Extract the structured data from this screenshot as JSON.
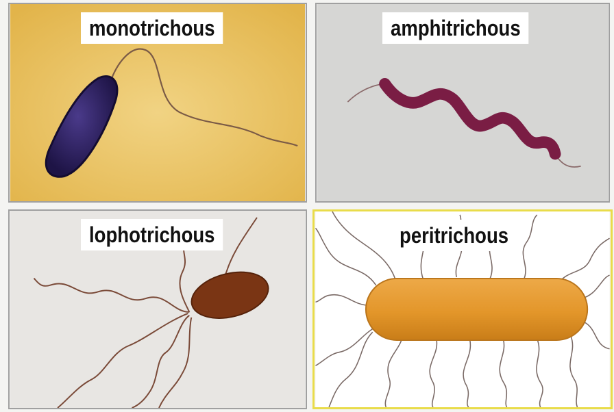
{
  "panels": {
    "monotrichous": {
      "label": "monotrichous"
    },
    "amphitrichous": {
      "label": "amphitrichous"
    },
    "lophotrichous": {
      "label": "lophotrichous"
    },
    "peritrichous": {
      "label": "peritrichous"
    }
  },
  "colors": {
    "mono_background": "#e9c25c",
    "mono_cell": "#2c1f5e",
    "amphi_background": "#d6d6d4",
    "amphi_cell": "#7a1d44",
    "lopho_background": "#e8e6e3",
    "lopho_cell": "#7a3514",
    "peri_background": "#ffffff",
    "peri_cell": "#e39a2a",
    "peri_border": "#e9dc4a",
    "flagellum": "#6b4a3c"
  }
}
